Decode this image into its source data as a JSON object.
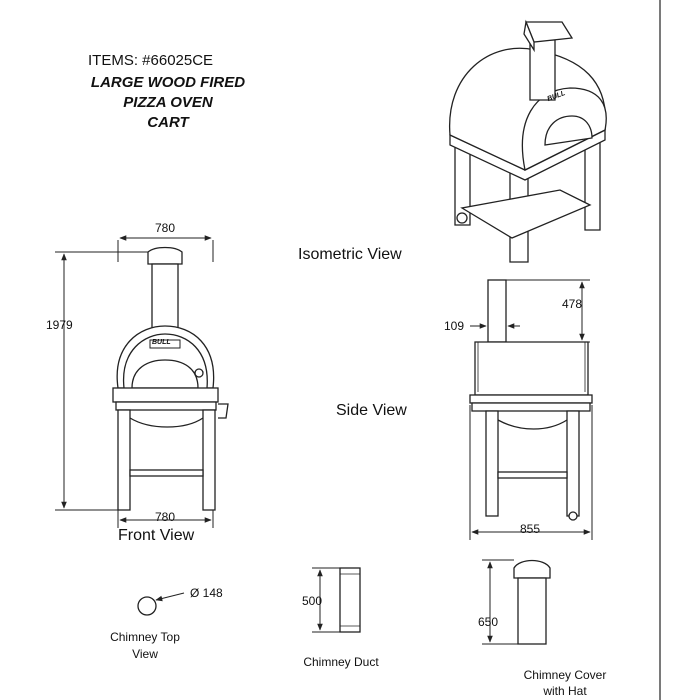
{
  "header": {
    "items": "ITEMS: #66025CE",
    "title_line1": "LARGE WOOD FIRED",
    "title_line2": "PIZZA OVEN",
    "title_line3": "CART"
  },
  "views": {
    "isometric": "Isometric View",
    "front": "Front View",
    "side": "Side View",
    "chimney_top_line1": "Chimney Top",
    "chimney_top_line2": "View",
    "chimney_duct": "Chimney Duct",
    "chimney_cover_line1": "Chimney Cover",
    "chimney_cover_line2": "with Hat"
  },
  "dimensions": {
    "front_top_width": "780",
    "front_bottom_width": "780",
    "front_height": "1979",
    "side_chimney_height": "478",
    "side_chimney_width": "109",
    "side_depth": "855",
    "chimney_diameter": "Ø 148",
    "duct_height": "500",
    "cover_height": "650"
  },
  "brand": "BULL",
  "colors": {
    "line": "#222222",
    "background": "#ffffff"
  }
}
